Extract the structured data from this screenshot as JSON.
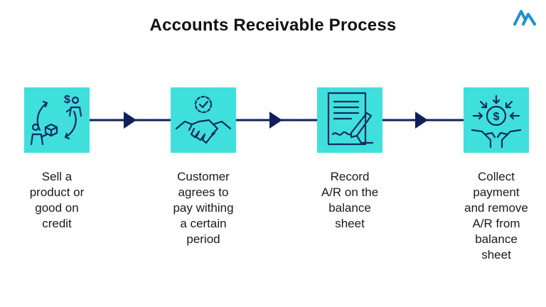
{
  "title": "Accounts Receivable Process",
  "colors": {
    "accent_box": "#3fe0dc",
    "connector": "#0f1f5c",
    "icon_stroke": "#152a63",
    "logo": "#1e90d6"
  },
  "icons": {
    "logo": "logo-mountain-icon",
    "steps": [
      "exchange-goods-money-icon",
      "handshake-icon",
      "document-sign-icon",
      "collect-coins-hands-icon"
    ]
  },
  "steps": [
    {
      "label": "Sell a\nproduct or\ngood on\ncredit"
    },
    {
      "label": "Customer\nagrees to\npay withing\na certain\nperiod"
    },
    {
      "label": "Record\nA/R on the\nbalance\nsheet"
    },
    {
      "label": "Collect\npayment\nand remove\nA/R from\nbalance\nsheet"
    }
  ]
}
